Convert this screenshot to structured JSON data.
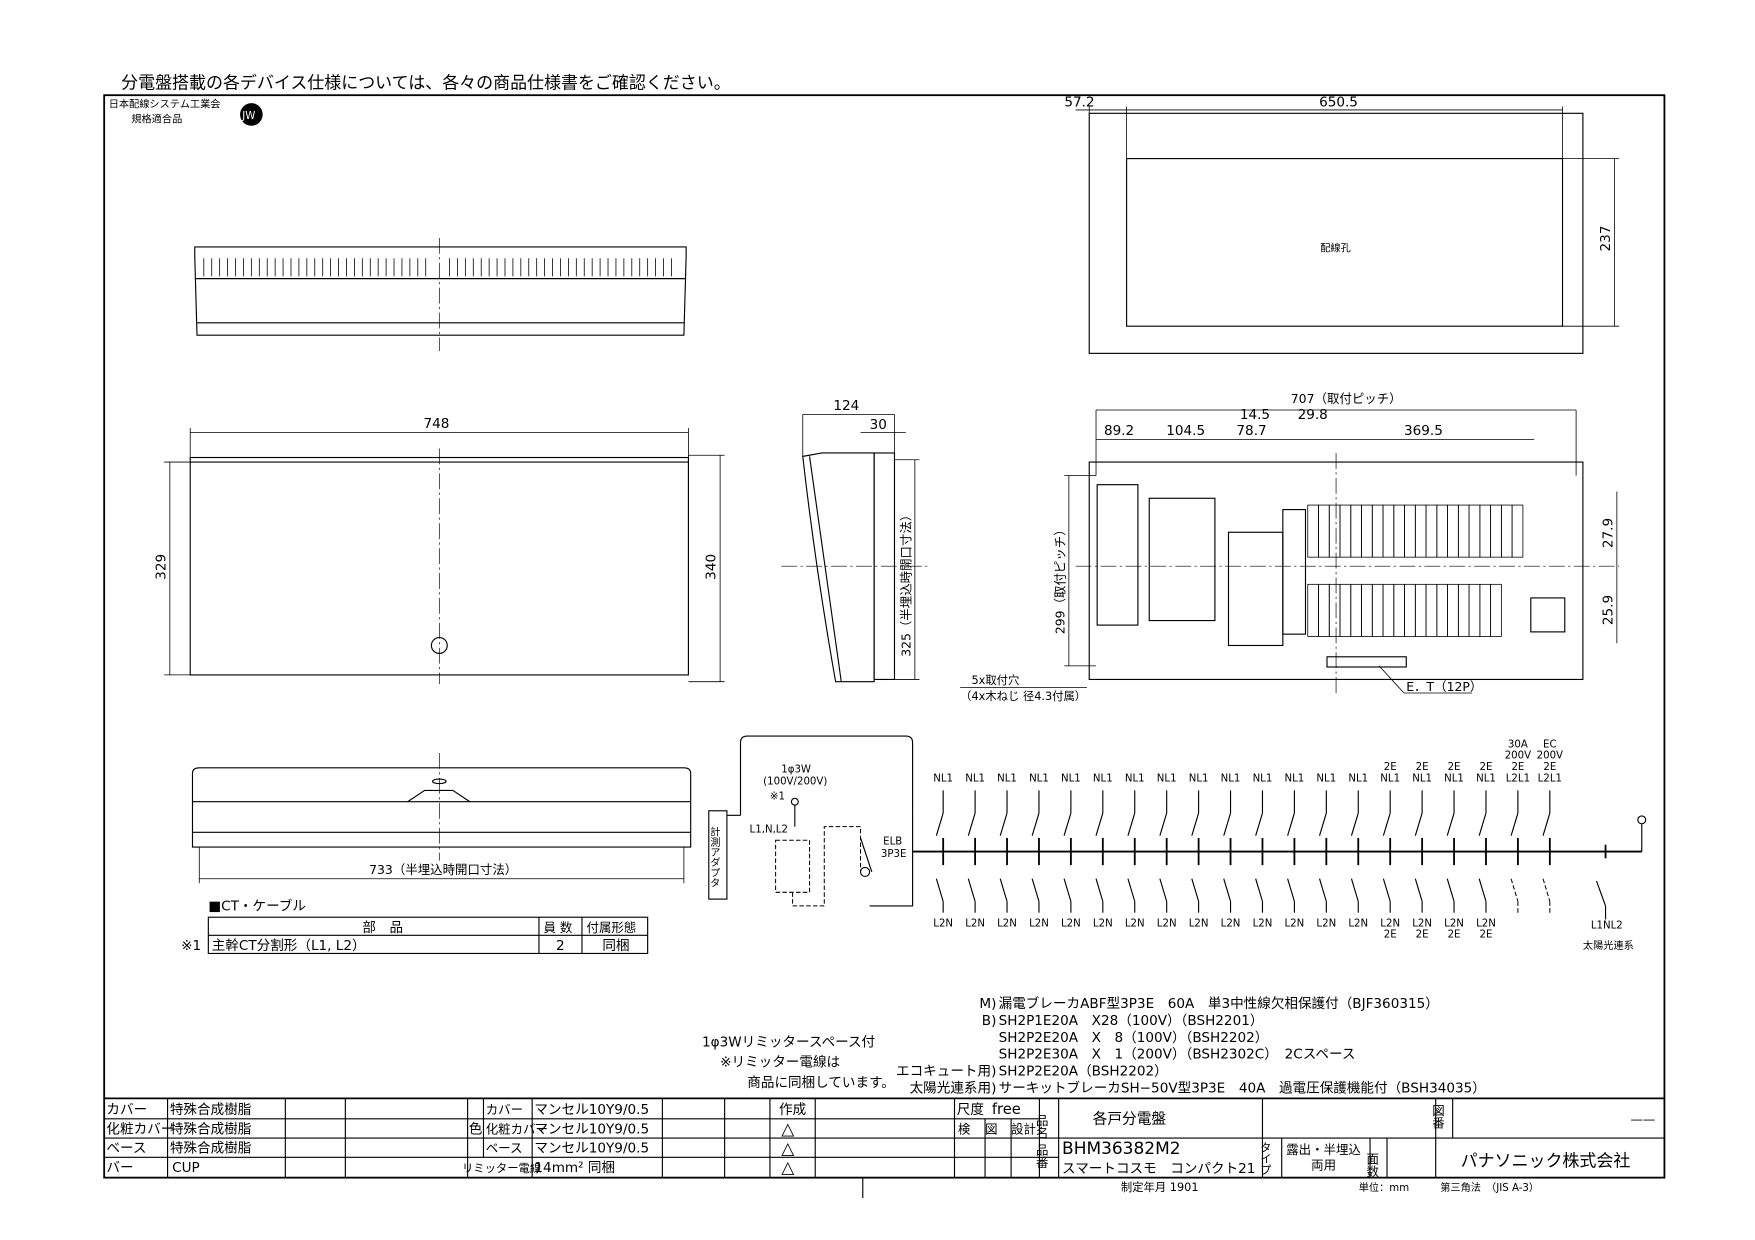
{
  "header_note": "分電盤搭載の各デバイス仕様については、各々の商品仕様書をご確認ください。",
  "certification": {
    "line1": "日本配線システム工業会",
    "line2": "規格適合品",
    "mark": "JW"
  },
  "dimensions": {
    "top_right": {
      "left": "57.2",
      "width": "650.5",
      "height": "237",
      "hole_label": "配線孔"
    },
    "front": {
      "width": "748",
      "left_height": "329",
      "right_height": "340"
    },
    "side": {
      "depth": "124",
      "inset": "30",
      "opening": "325（半埋込時開口寸法）"
    },
    "bottom": {
      "opening_width": "733（半埋込時開口寸法）"
    },
    "interior": {
      "pitch_width": "707（取付ピッチ）",
      "d1": "89.2",
      "d2": "104.5",
      "d3": "14.5",
      "d4": "78.7",
      "d5": "29.8",
      "d6": "369.5",
      "upper_row": "27.9",
      "lower_row": "25.9",
      "pitch_height": "299（取付ピッチ）",
      "holes_1": "5x取付穴",
      "holes_2": "（4x木ねじ 径4.3付属）",
      "terminal": "E．T（12P）"
    }
  },
  "wiring": {
    "adapter_label": "計測アダプタ",
    "supply_1": "1φ3W",
    "supply_2": "(100V/200V)",
    "ct_mark": "※1",
    "lines_label": "L1,N,L2",
    "main_breaker_1": "ELB",
    "main_breaker_2": "3P3E",
    "circuits": [
      {
        "top": [
          "NL1"
        ],
        "bottom": [
          "L2N"
        ]
      },
      {
        "top": [
          "NL1"
        ],
        "bottom": [
          "L2N"
        ]
      },
      {
        "top": [
          "NL1"
        ],
        "bottom": [
          "L2N"
        ]
      },
      {
        "top": [
          "NL1"
        ],
        "bottom": [
          "L2N"
        ]
      },
      {
        "top": [
          "NL1"
        ],
        "bottom": [
          "L2N"
        ]
      },
      {
        "top": [
          "NL1"
        ],
        "bottom": [
          "L2N"
        ]
      },
      {
        "top": [
          "NL1"
        ],
        "bottom": [
          "L2N"
        ]
      },
      {
        "top": [
          "NL1"
        ],
        "bottom": [
          "L2N"
        ]
      },
      {
        "top": [
          "NL1"
        ],
        "bottom": [
          "L2N"
        ]
      },
      {
        "top": [
          "NL1"
        ],
        "bottom": [
          "L2N"
        ]
      },
      {
        "top": [
          "NL1"
        ],
        "bottom": [
          "L2N"
        ]
      },
      {
        "top": [
          "NL1"
        ],
        "bottom": [
          "L2N"
        ]
      },
      {
        "top": [
          "NL1"
        ],
        "bottom": [
          "L2N"
        ]
      },
      {
        "top": [
          "NL1"
        ],
        "bottom": [
          "L2N"
        ]
      },
      {
        "top": [
          "2E",
          "NL1"
        ],
        "bottom": [
          "L2N",
          "2E"
        ]
      },
      {
        "top": [
          "2E",
          "NL1"
        ],
        "bottom": [
          "L2N",
          "2E"
        ]
      },
      {
        "top": [
          "2E",
          "NL1"
        ],
        "bottom": [
          "L2N",
          "2E"
        ]
      },
      {
        "top": [
          "2E",
          "NL1"
        ],
        "bottom": [
          "L2N",
          "2E"
        ]
      },
      {
        "top": [
          "30A",
          "200V",
          "2E",
          "L2L1"
        ],
        "bottom": [],
        "dashed": true
      },
      {
        "top": [
          "EC",
          "200V",
          "2E",
          "L2L1"
        ],
        "bottom": [],
        "dashed": true
      }
    ],
    "solar": {
      "bottom": "L1NL2",
      "label": "太陽光連系"
    }
  },
  "ct_table": {
    "title": "■CT・ケーブル",
    "headers": [
      "部　品",
      "員 数",
      "付属形態"
    ],
    "rows": [
      {
        "mark": "※1",
        "part": "主幹CT分割形（L1, L2）",
        "qty": "2",
        "form": "同梱"
      }
    ]
  },
  "limiter_note": [
    "1φ3Wリミッタースペース付",
    "※リミッター電線は",
    "商品に同梱しています。"
  ],
  "spec_notes": [
    {
      "prefix": "M)",
      "text": "漏電ブレーカABF型3P3E　60A　単3中性線欠相保護付（BJF360315）"
    },
    {
      "prefix": "B)",
      "text": "SH2P1E20A　X28（100V）（BSH2201）"
    },
    {
      "prefix": "",
      "text": "SH2P2E20A　X　8（100V）（BSH2202）"
    },
    {
      "prefix": "",
      "text": "SH2P2E30A　X　1（200V）（BSH2302C）　2Cスペース"
    },
    {
      "prefix": "エコキュート用)",
      "text": "SH2P2E20A（BSH2202）"
    },
    {
      "prefix": "太陽光連系用)",
      "text": "サーキットブレーカSH−50V型3P3E　40A　過電圧保護機能付（BSH34035）"
    }
  ],
  "title_block": {
    "materials": [
      {
        "part": "カバー",
        "material": "特殊合成樹脂"
      },
      {
        "part": "化粧カバー",
        "material": "特殊合成樹脂"
      },
      {
        "part": "ベース",
        "material": "特殊合成樹脂"
      },
      {
        "part": "バー",
        "material": "CUP"
      }
    ],
    "color_label": "色",
    "colors": [
      {
        "part": "カバー",
        "value": "マンセル10Y9/0.5"
      },
      {
        "part": "化粧カバー",
        "value": "マンセル10Y9/0.5"
      },
      {
        "part": "ベース",
        "value": "マンセル10Y9/0.5"
      }
    ],
    "limiter": {
      "part": "リミッター電線",
      "value": "14mm² 同梱"
    },
    "created": "作成",
    "revision_marks": [
      "△",
      "△",
      "△"
    ],
    "scale_label": "尺度",
    "scale": "free",
    "check": "検",
    "drawing": "図",
    "design": "設計",
    "name_label": "品名",
    "product_name": "各戸分電盤",
    "number_label": "品番",
    "product_number": "BHM36382M2",
    "series": "スマートコスモ　コンパクト21",
    "type_label": "タイプ",
    "type_value_1": "露出・半埋込",
    "type_value_2": "両用",
    "faces_label": "面数",
    "drawing_no_label": "図番",
    "drawing_no": "——",
    "company": "パナソニック株式会社",
    "established": "制定年月 1901",
    "unit": "単位：mm",
    "projection": "第三角法　（JIS A-3）"
  }
}
